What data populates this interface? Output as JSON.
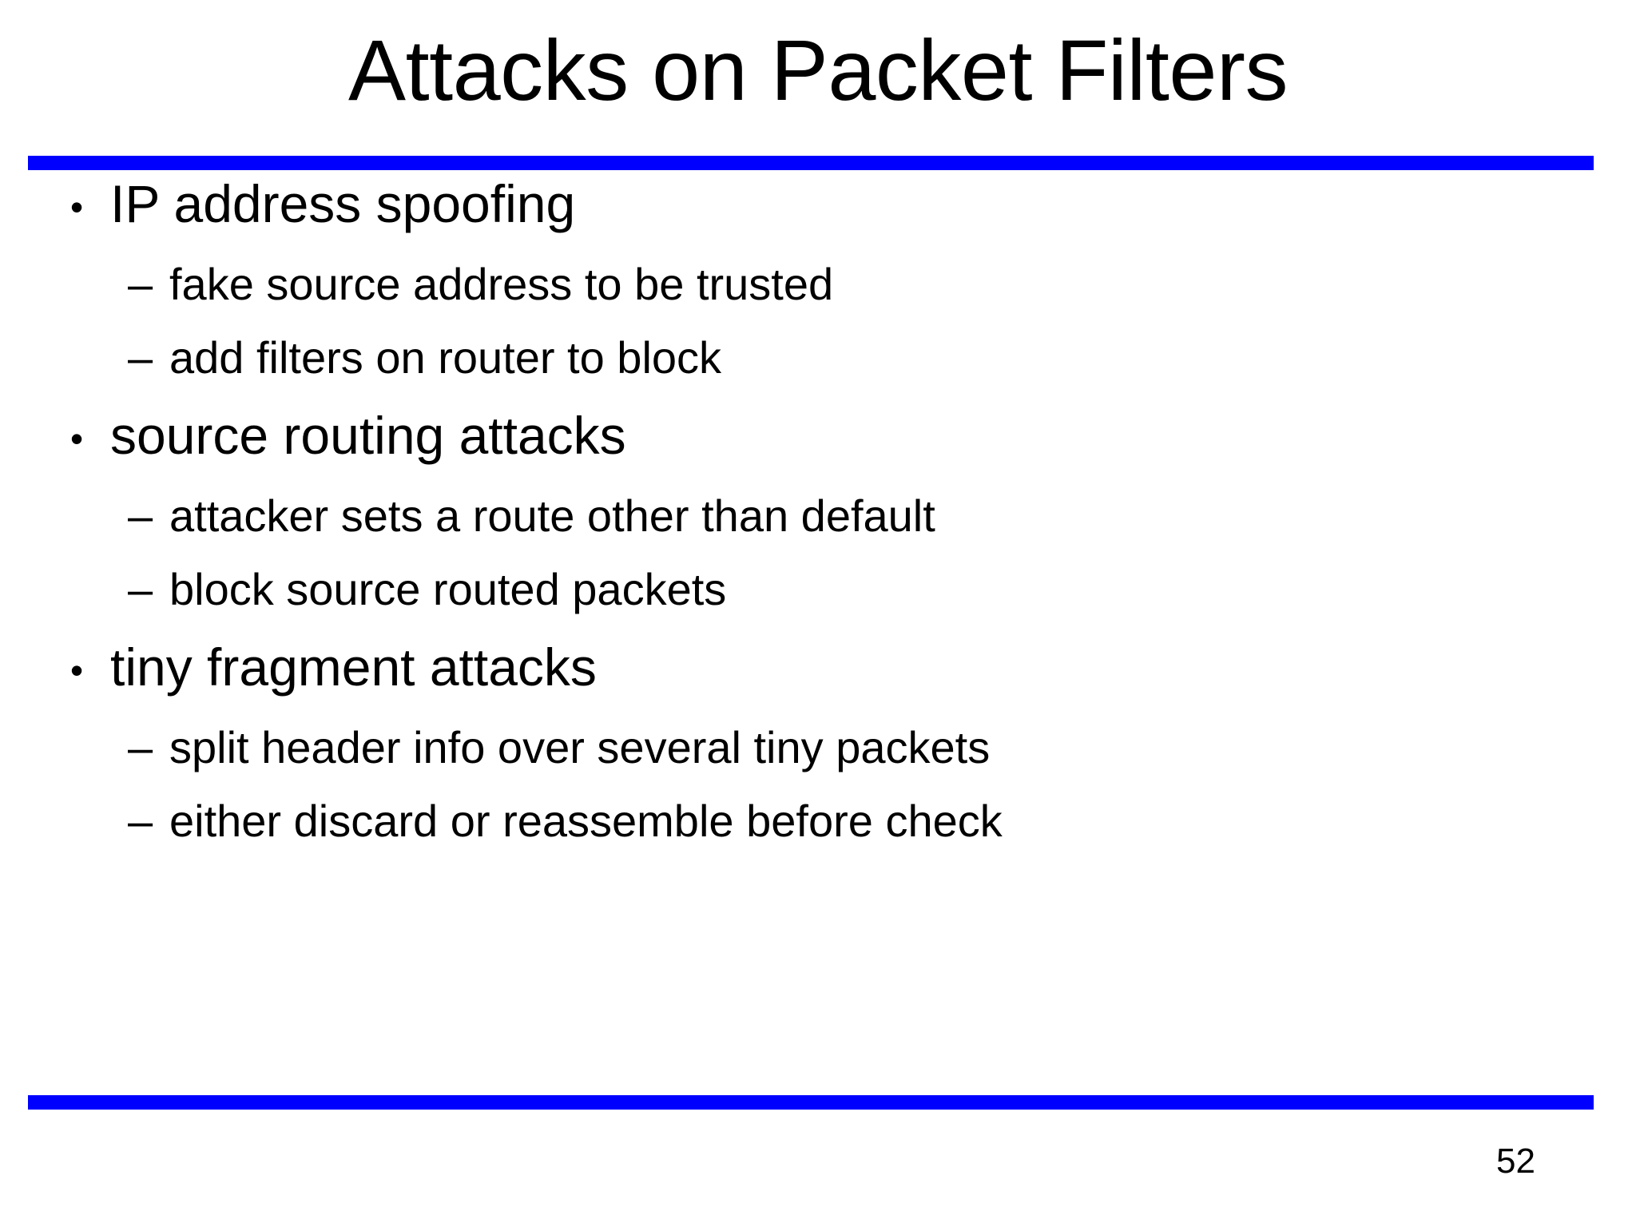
{
  "slide": {
    "title": "Attacks on Packet Filters",
    "page_number": "52",
    "accent_color": "#0000FF",
    "background_color": "#FFFFFF",
    "text_color": "#000000",
    "bullet_marker": "•",
    "dash_marker": "–",
    "bullets": [
      {
        "level": 1,
        "text": "IP address spoofing"
      },
      {
        "level": 2,
        "text": "fake source address to be trusted"
      },
      {
        "level": 2,
        "text": "add filters on router to block"
      },
      {
        "level": 1,
        "text": "source routing attacks"
      },
      {
        "level": 2,
        "text": "attacker sets a route other than default"
      },
      {
        "level": 2,
        "text": "block source routed packets"
      },
      {
        "level": 1,
        "text": "tiny fragment attacks"
      },
      {
        "level": 2,
        "text": "split header info over several tiny packets"
      },
      {
        "level": 2,
        "text": "either discard or reassemble before check"
      }
    ]
  }
}
